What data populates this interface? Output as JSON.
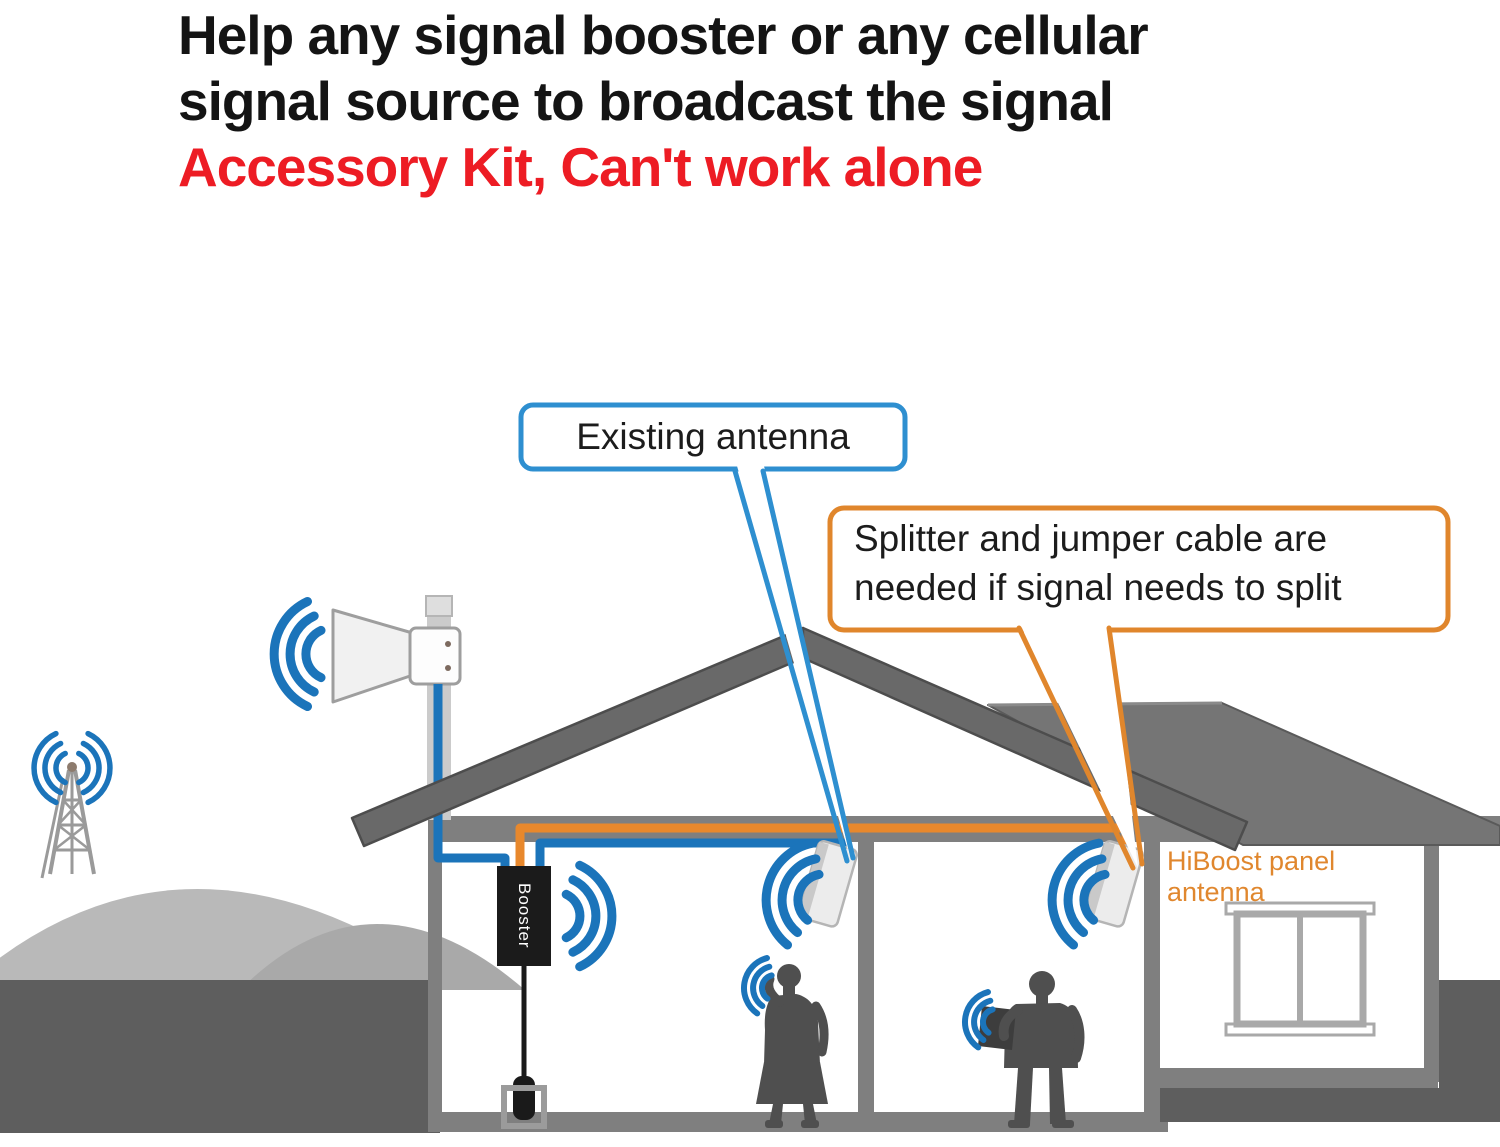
{
  "headline": {
    "line1": "Help any signal booster or any cellular",
    "line2": "signal source to broadcast the signal",
    "line3": "Accessory Kit, Can't work alone"
  },
  "callouts": {
    "existing_antenna": {
      "label": "Existing antenna"
    },
    "splitter_note": {
      "line1": "Splitter and jumper cable are",
      "line2": "needed if signal needs to split"
    }
  },
  "device_labels": {
    "booster": "Booster",
    "panel_antenna_line1": "HiBoost panel",
    "panel_antenna_line2": "antenna"
  },
  "colors": {
    "headline_black": "#141414",
    "headline_red": "#ed1c24",
    "signal_blue": "#1b74ba",
    "callout_blue_border": "#2e8fd0",
    "cable_orange": "#e8882c",
    "callout_orange_border": "#e0862c",
    "panel_label_orange": "#e0872e",
    "gable_roof_gray": "#696969",
    "hip_roof_gray": "#757575",
    "wall_gray": "#7f7f7f",
    "hill_gray": "#b3b3b3",
    "hill_gray_2": "#a9a9a9",
    "ground_gray": "#5e5e5e",
    "silhouette_gray": "#4f4f4f",
    "booster_black": "#1b1b1b",
    "window_frame_gray": "#a9a9a9"
  }
}
